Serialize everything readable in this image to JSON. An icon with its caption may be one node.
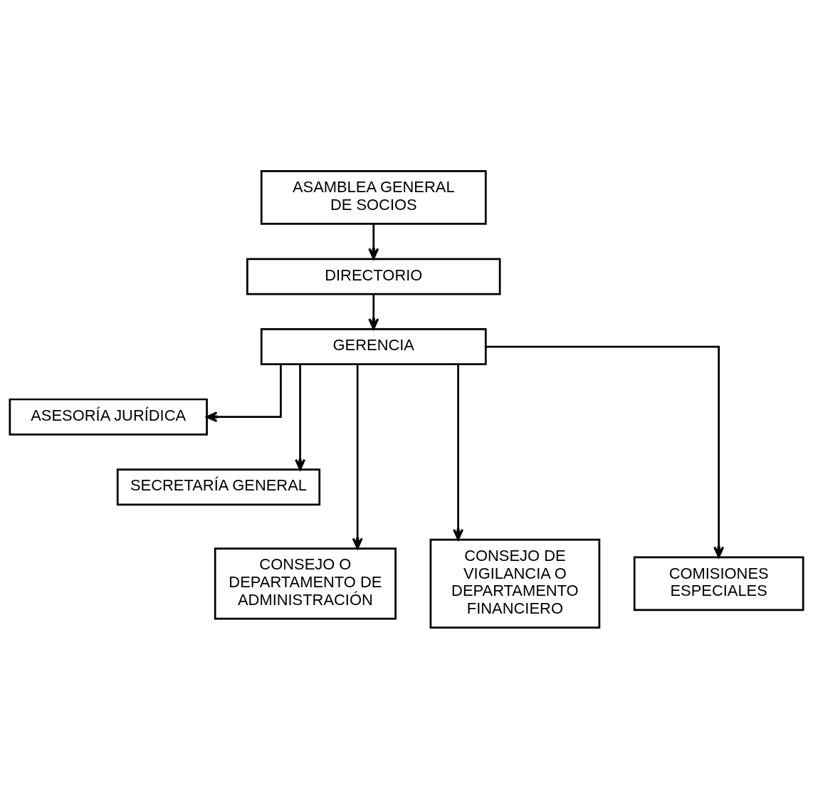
{
  "diagram": {
    "nodes": [
      {
        "text": [
          "ASAMBLEA GENERAL DE SOCIOS"
        ]
      },
      {
        "text": [
          "DIRECTORIO"
        ]
      },
      {
        "text": [
          "GERENCIA"
        ]
      },
      {
        "text": [
          "ASESORÍA JURÍDICA"
        ]
      },
      {
        "text": [
          "SECRETARÍA GENERAL"
        ]
      },
      {
        "text": [
          "CONSEJO O DEPARTAMENTO DE ADMINISTRACIÓN"
        ]
      },
      {
        "text": [
          "CONSEJO DE VIGILANCIA O DEPARTAMENTO FINANCIERO"
        ]
      },
      {
        "text": [
          "COMISIONES ESPECIALES"
        ]
      }
    ],
    "edges": [
      {
        "from": 0,
        "to": 1,
        "arrow": "to"
      },
      {
        "from": 1,
        "to": 2,
        "arrow": "to"
      },
      {
        "from": 2,
        "to": 3,
        "arrow": "to"
      },
      {
        "from": 2,
        "to": 4,
        "arrow": "to"
      },
      {
        "from": 2,
        "to": 5,
        "arrow": "to"
      },
      {
        "from": 2,
        "to": 6,
        "arrow": "to"
      },
      {
        "from": 2,
        "to": 7,
        "arrow": "to"
      }
    ]
  }
}
